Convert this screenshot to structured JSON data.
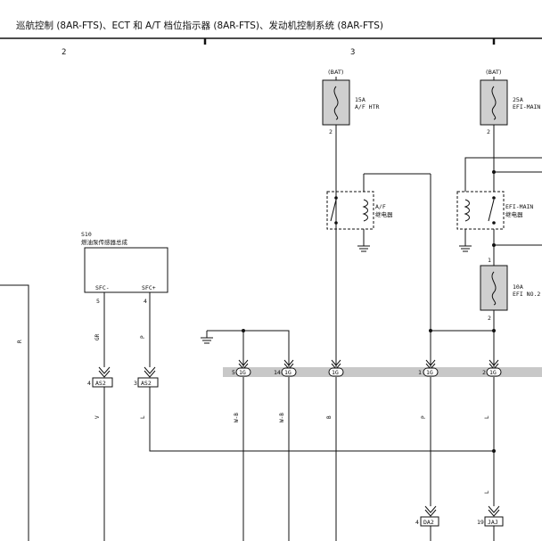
{
  "header": {
    "title": "巡航控制 (8AR-FTS)、ECT 和 A/T 档位指示器 (8AR-FTS)、发动机控制系统 (8AR-FTS)",
    "col_2": "2",
    "col_3": "3"
  },
  "fuses": {
    "f15": {
      "source": "(BAT)",
      "rating": "15A",
      "name": "A/F HTR",
      "pin": "2"
    },
    "f25": {
      "source": "(BAT)",
      "rating": "25A",
      "name": "EFI-MAIN",
      "pin": "2"
    },
    "f10": {
      "rating": "10A",
      "name": "EFI NO.2",
      "pin_top": "1",
      "pin_bottom": "2"
    }
  },
  "relays": {
    "af": {
      "name": "A/F",
      "sub": "继电器"
    },
    "efi": {
      "name": "EFI-MAIN",
      "sub": "继电器"
    }
  },
  "sensor": {
    "code": "S10",
    "name": "燃油泵传感器总成",
    "pin_left_label": "SFC-",
    "pin_right_label": "SFC+",
    "pin_left": "5",
    "pin_right": "4"
  },
  "connectors": {
    "as2a": {
      "name": "AS2",
      "pin": "4"
    },
    "as2b": {
      "name": "AS2",
      "pin": "3"
    },
    "j1": {
      "name": "1G",
      "pin": "5"
    },
    "j2": {
      "name": "1G",
      "pin": "14"
    },
    "j3": {
      "name": "1G",
      "pin": ""
    },
    "j4": {
      "name": "1G",
      "pin": "1"
    },
    "j5": {
      "name": "1G",
      "pin": "2"
    },
    "daz": {
      "name": "DA2",
      "pin": "4"
    },
    "jaj": {
      "name": "JAJ",
      "pin": "19"
    }
  },
  "wires": {
    "r": "R",
    "gr": "GR",
    "p": "P",
    "v": "V",
    "l": "L",
    "wb": "W-B",
    "b": "B"
  }
}
